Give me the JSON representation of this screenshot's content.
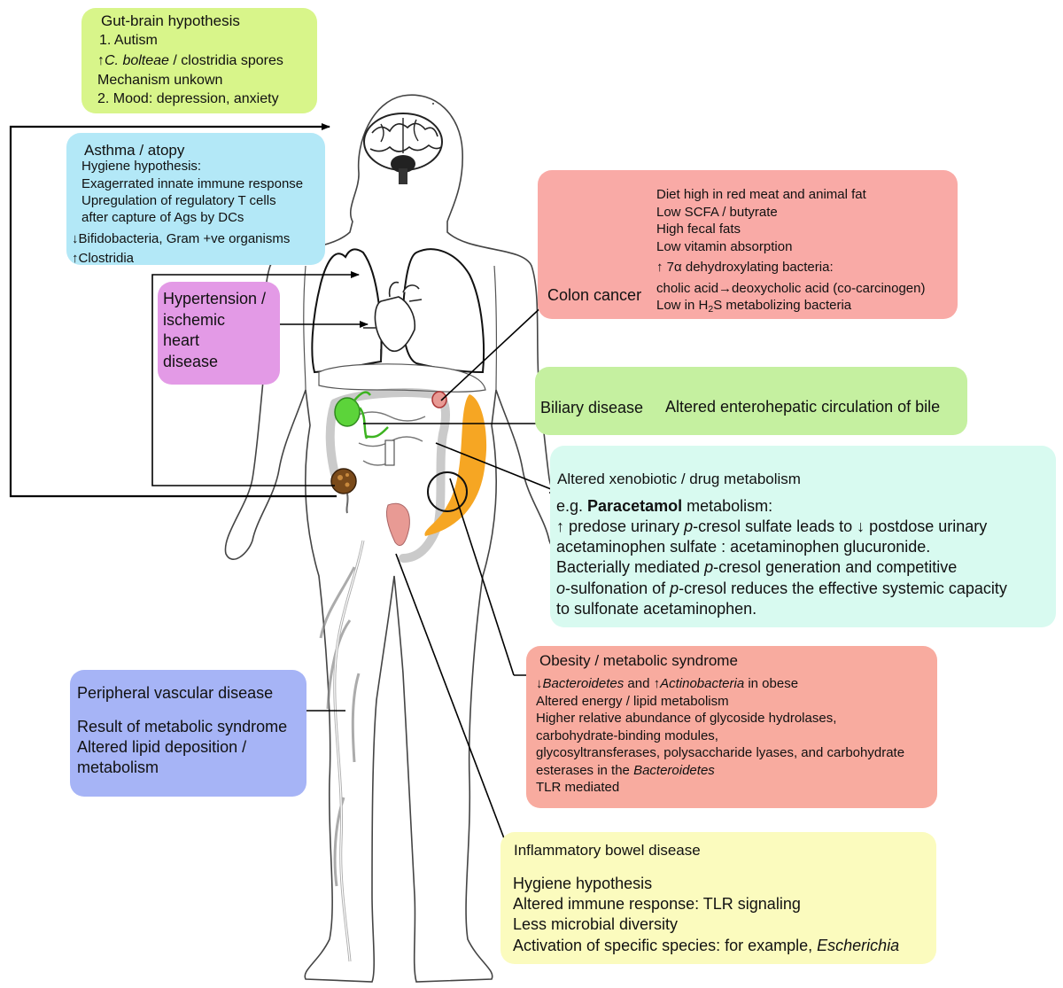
{
  "gut_brain": {
    "title": "Gut-brain hypothesis",
    "l1": "1. Autism",
    "l2_arrow": "↑",
    "l2_species": "C. bolteae",
    "l2_rest": " / clostridia spores",
    "l3": "Mechanism unkown",
    "l4": "2. Mood: depression, anxiety"
  },
  "asthma": {
    "title": "Asthma / atopy",
    "l1": "Hygiene hypothesis:",
    "l2": "Exagerrated innate immune response",
    "l3": "Upregulation of regulatory T cells",
    "l4": "after capture of Ags by DCs",
    "l5": "↓Bifidobacteria, Gram +ve organisms",
    "l6": "↑Clostridia"
  },
  "hypertension": {
    "l1": "Hypertension /",
    "l2": "ischemic",
    "l3": "heart",
    "l4": "disease"
  },
  "colon": {
    "label": "Colon cancer",
    "l1": "Diet high in red meat and animal fat",
    "l2": "Low SCFA / butyrate",
    "l3": "High fecal fats",
    "l4": "Low vitamin absorption",
    "l5": "↑ 7α dehydroxylating bacteria:",
    "l6a": "cholic acid",
    "l6arrow": "→",
    "l6b": "deoxycholic acid (co-carcinogen)",
    "l7a": "Low in H",
    "l7sub": "2",
    "l7b": "S metabolizing bacteria"
  },
  "biliary": {
    "label": "Biliary disease",
    "text": "Altered enterohepatic circulation of bile"
  },
  "xenobiotic": {
    "title": "Altered xenobiotic / drug metabolism",
    "l1a": "e.g. ",
    "l1b": "Paracetamol",
    "l1c": " metabolism:",
    "l2a": "↑  predose urinary ",
    "l2i": "p",
    "l2b": "-cresol sulfate leads to ↓ postdose urinary",
    "l3": "acetaminophen sulfate :  acetaminophen glucuronide.",
    "l4a": "Bacterially mediated ",
    "l4i": "p",
    "l4b": "-cresol generation and competitive",
    "l5i1": "o",
    "l5a": "-sulfonation of ",
    "l5i2": "p",
    "l5b": "-cresol reduces the effective systemic capacity",
    "l6": "to sulfonate acetaminophen."
  },
  "obesity": {
    "title": "Obesity / metabolic syndrome",
    "l1a": "↓",
    "l1i1": "Bacteroidetes",
    "l1b": " and ↑",
    "l1i2": "Actinobacteria",
    "l1c": " in obese",
    "l2": "Altered energy / lipid metabolism",
    "l3": "Higher relative abundance of glycoside hydrolases,",
    "l4": "carbohydrate-binding modules,",
    "l5": "glycosyltransferases, polysaccharide lyases, and carbohydrate",
    "l6a": "esterases in the ",
    "l6i": "Bacteroidetes",
    "l7": "TLR mediated"
  },
  "peripheral": {
    "title": "Peripheral vascular disease",
    "l1": "Result of metabolic syndrome",
    "l2": "Altered lipid deposition /",
    "l3": "metabolism"
  },
  "ibd": {
    "title": "Inflammatory bowel disease",
    "l1": "Hygiene hypothesis",
    "l2": "Altered immune response: TLR signaling",
    "l3": "Less microbial diversity",
    "l4a": "Activation of specific species: for example, ",
    "l4i": "Escherichia"
  },
  "colors": {
    "gut_brain": "#d8f58a",
    "asthma": "#b3e8f7",
    "hypertension": "#e39ae6",
    "colon": "#f9aaa6",
    "biliary": "#c5f0a0",
    "xenobiotic": "#d8faf0",
    "obesity": "#f8ab9f",
    "peripheral": "#a6b4f6",
    "ibd": "#fbfbbe",
    "gallbladder": "#5cd43a",
    "bladder": "#e89a94",
    "orange": "#f6a623"
  }
}
